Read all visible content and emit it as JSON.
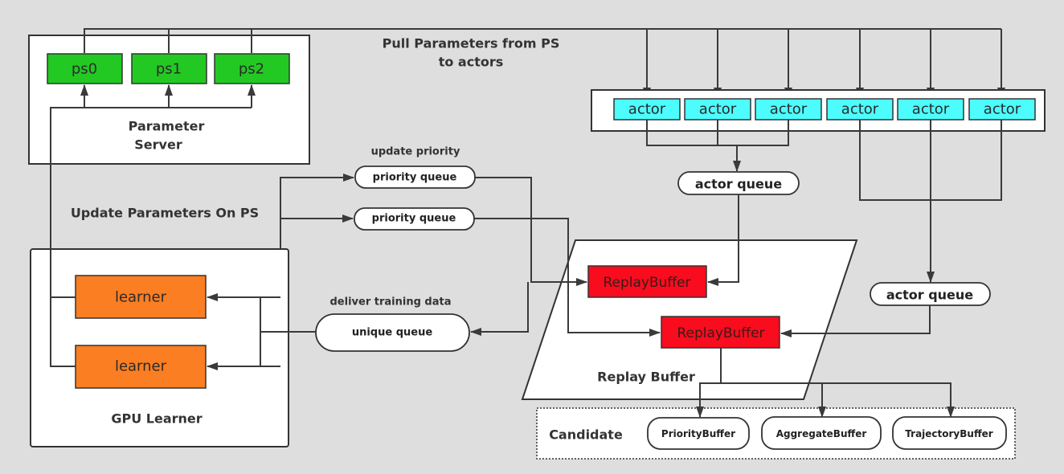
{
  "diagram": {
    "colors": {
      "background": "#dedede",
      "parameter_server": "#22c922",
      "actor": "#4dfdfd",
      "learner": "#fb7e22",
      "replay_buffer": "#f80c1e",
      "line": "#3a3a3a"
    },
    "parameter_server": {
      "title": "Parameter Server",
      "title_line1": "Parameter",
      "title_line2": "Server",
      "nodes": [
        "ps0",
        "ps1",
        "ps2"
      ]
    },
    "pull_label": {
      "line1": "Pull Parameters from PS",
      "line2": "to actors"
    },
    "actors": [
      "actor",
      "actor",
      "actor",
      "actor",
      "actor",
      "actor"
    ],
    "actor_queues": [
      "actor queue",
      "actor queue"
    ],
    "update_priority_label": "update priority",
    "update_params_label": "Update Parameters On PS",
    "priority_queues": [
      "priority queue",
      "priority queue"
    ],
    "deliver_label": "deliver training data",
    "unique_queue": "unique queue",
    "gpu_learner": {
      "title": "GPU Learner",
      "learners": [
        "learner",
        "learner"
      ]
    },
    "replay_buffer": {
      "title": "Replay Buffer",
      "buffers": [
        "ReplayBuffer",
        "ReplayBuffer"
      ]
    },
    "candidate": {
      "title": "Candidate",
      "items": [
        "PriorityBuffer",
        "AggregateBuffer",
        "TrajectoryBuffer"
      ]
    }
  }
}
